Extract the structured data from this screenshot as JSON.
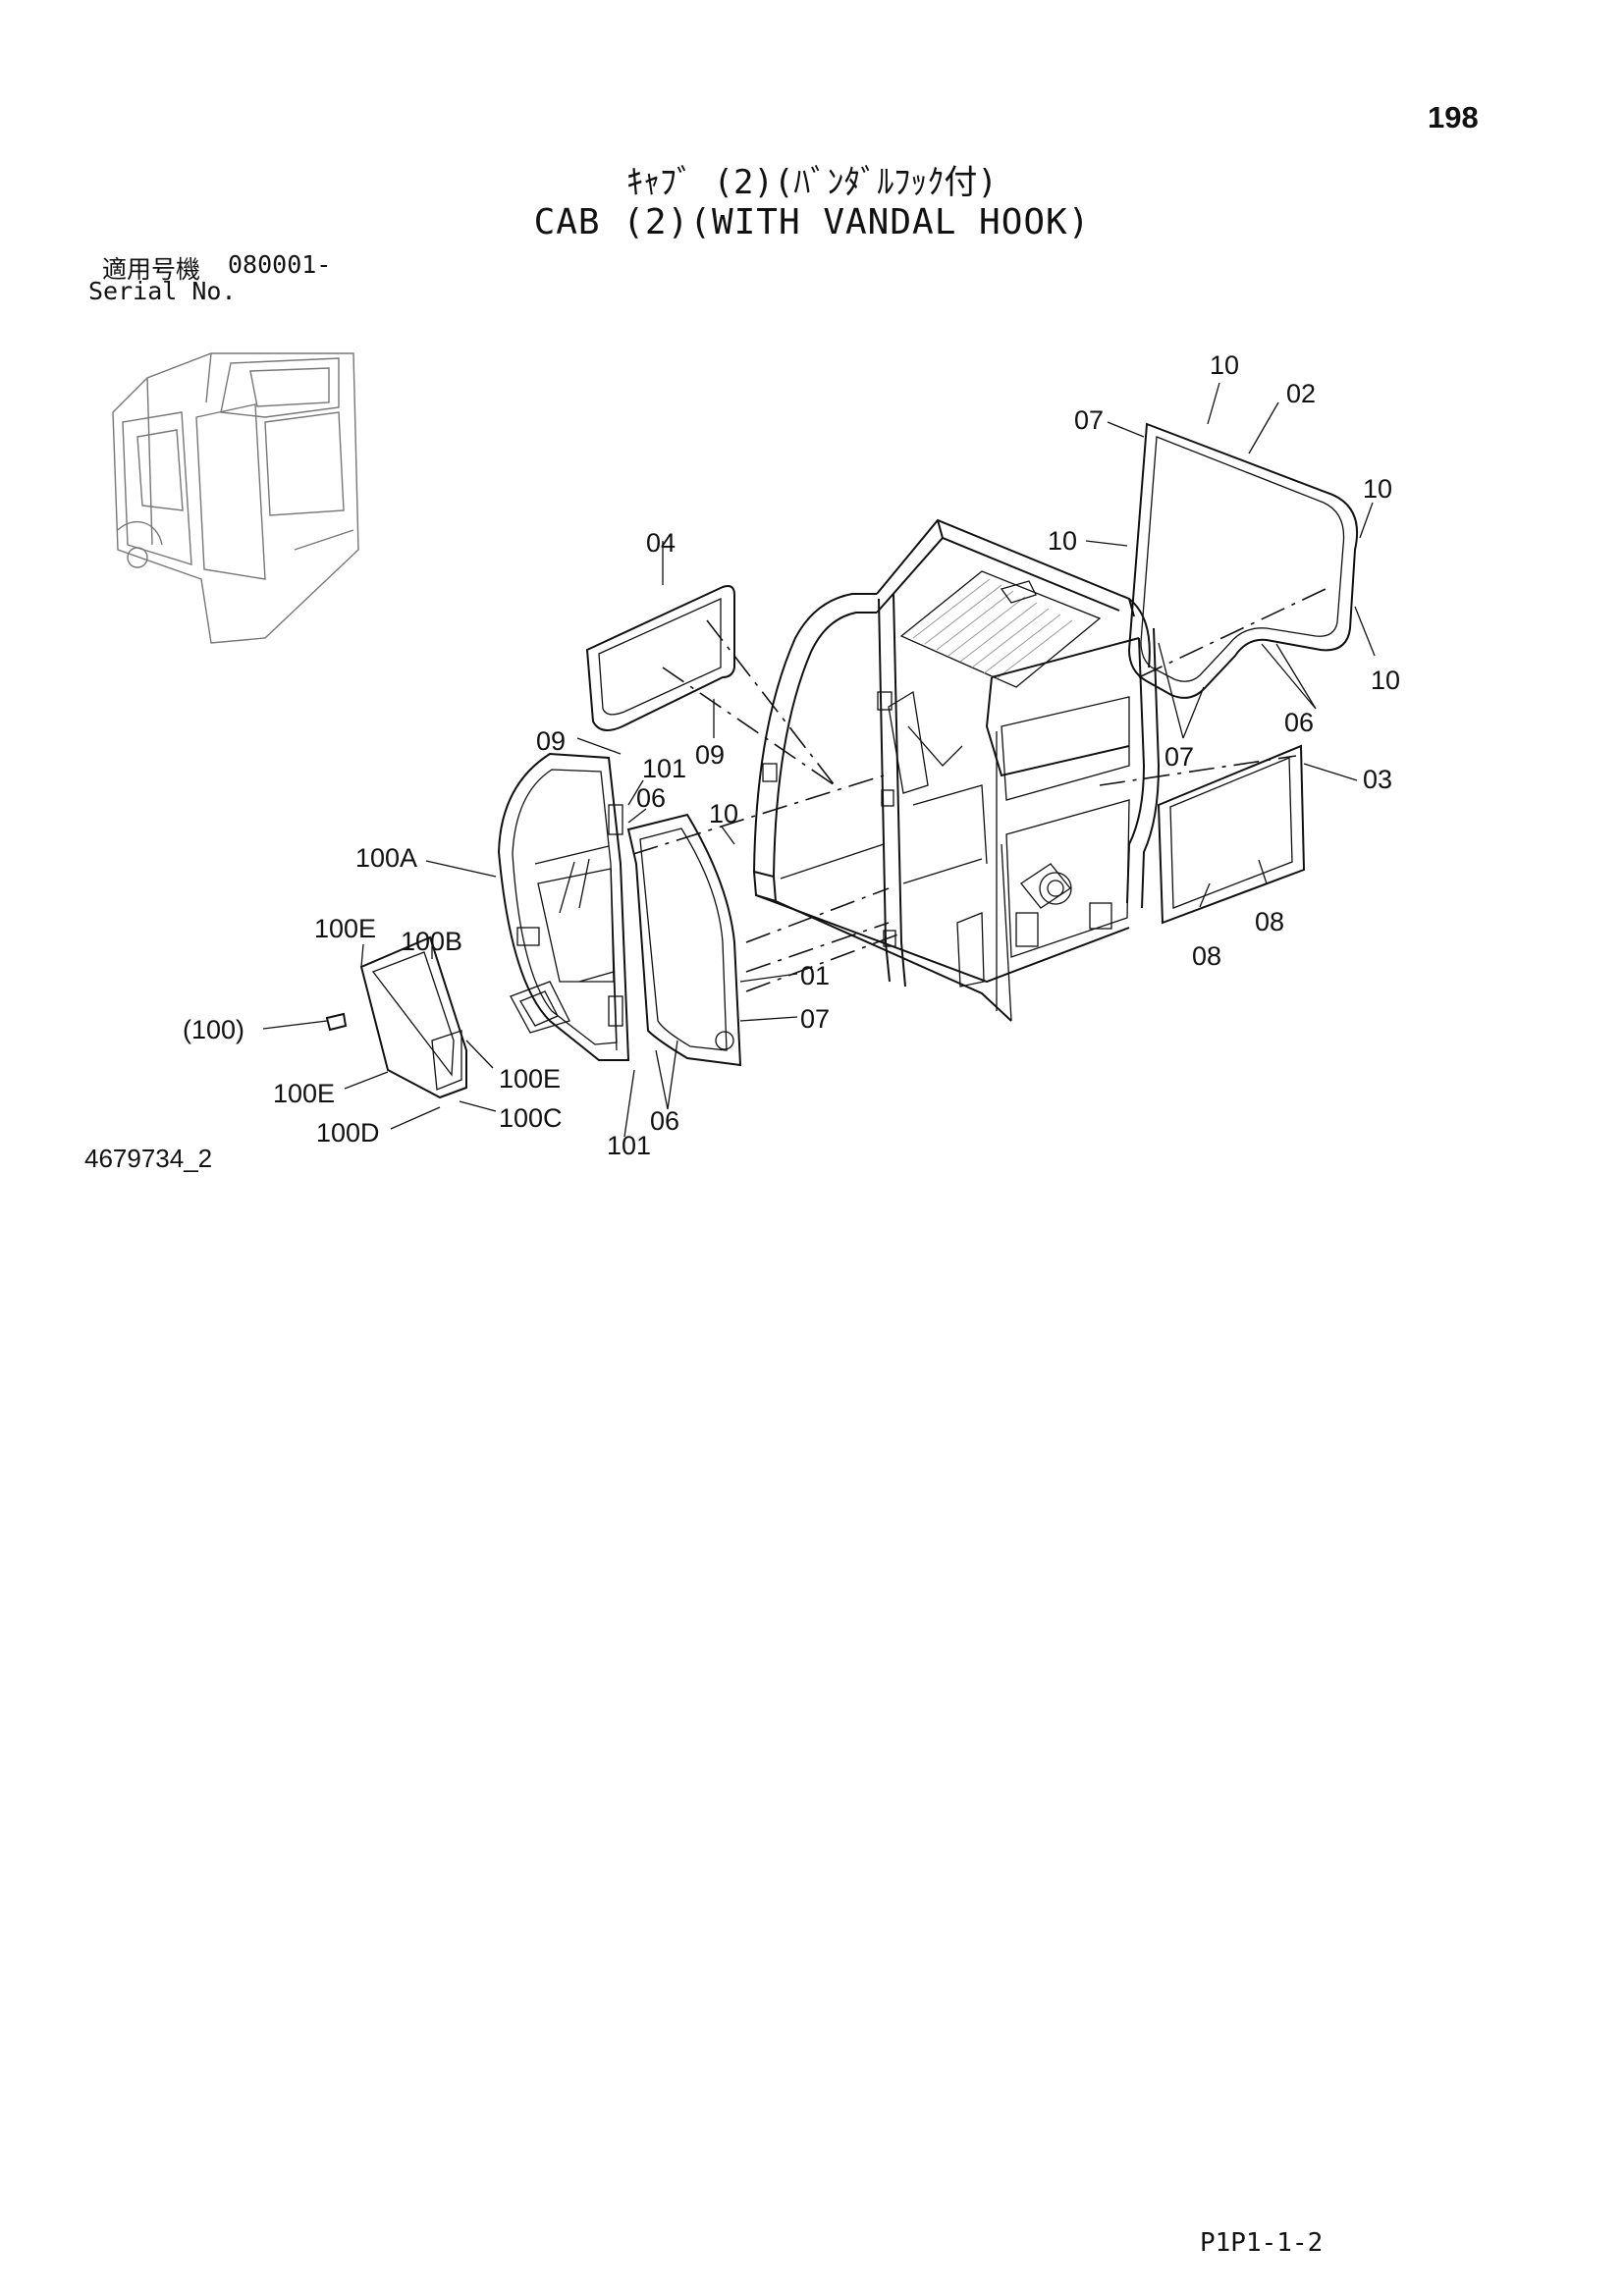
{
  "page_number": "198",
  "title_jp": "ｷｬﾌﾞ  (2)(ﾊﾞﾝﾀﾞﾙﾌｯｸ付)",
  "title_en": "CAB (2)(WITH VANDAL HOOK)",
  "serial": {
    "label_jp": "適用号機",
    "label_en": "Serial No.",
    "value": "080001-"
  },
  "drawing_number": "4679734_2",
  "page_code": "P1P1-1-2",
  "callouts": {
    "c01": "01",
    "c02": "02",
    "c03": "03",
    "c04": "04",
    "c06a": "06",
    "c06b": "06",
    "c06c": "06",
    "c07a": "07",
    "c07b": "07",
    "c07c": "07",
    "c08a": "08",
    "c08b": "08",
    "c09a": "09",
    "c09b": "09",
    "c10a": "10",
    "c10b": "10",
    "c10c": "10",
    "c10d": "10",
    "c10e": "10",
    "c100": "(100)",
    "c100a": "100A",
    "c100b": "100B",
    "c100c": "100C",
    "c100d": "100D",
    "c100e_a": "100E",
    "c100e_b": "100E",
    "c100e_c": "100E",
    "c101a": "101",
    "c101b": "101"
  }
}
